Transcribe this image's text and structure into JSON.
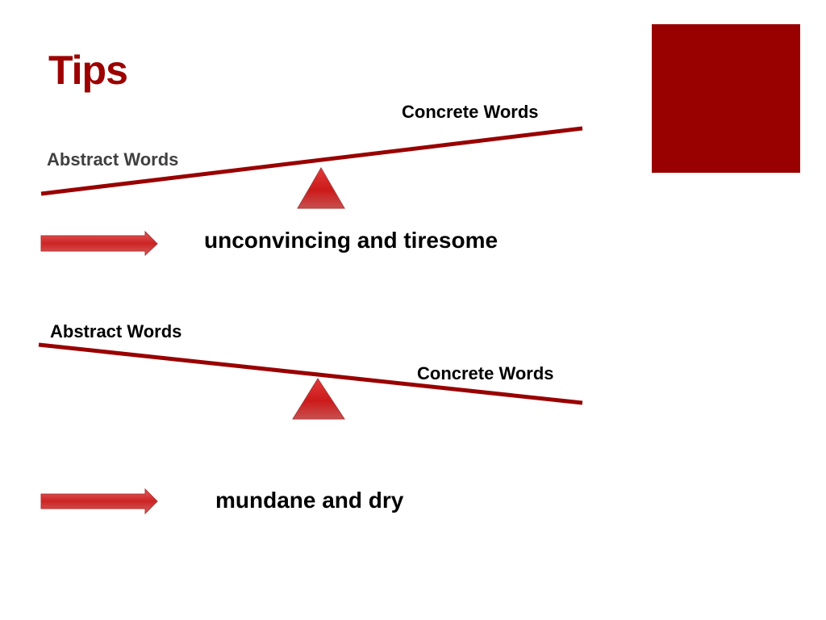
{
  "slide": {
    "title": "Tips",
    "accent_color": "#990000",
    "seesaw_top": {
      "left_label": "Abstract Words",
      "right_label": "Concrete Words",
      "result": "unconvincing and tiresome"
    },
    "seesaw_bottom": {
      "left_label": "Abstract Words",
      "right_label": "Concrete Words",
      "result": "mundane and dry"
    },
    "icons": {
      "fulcrum": "triangle-fulcrum-icon",
      "arrow": "right-arrow-icon"
    }
  }
}
